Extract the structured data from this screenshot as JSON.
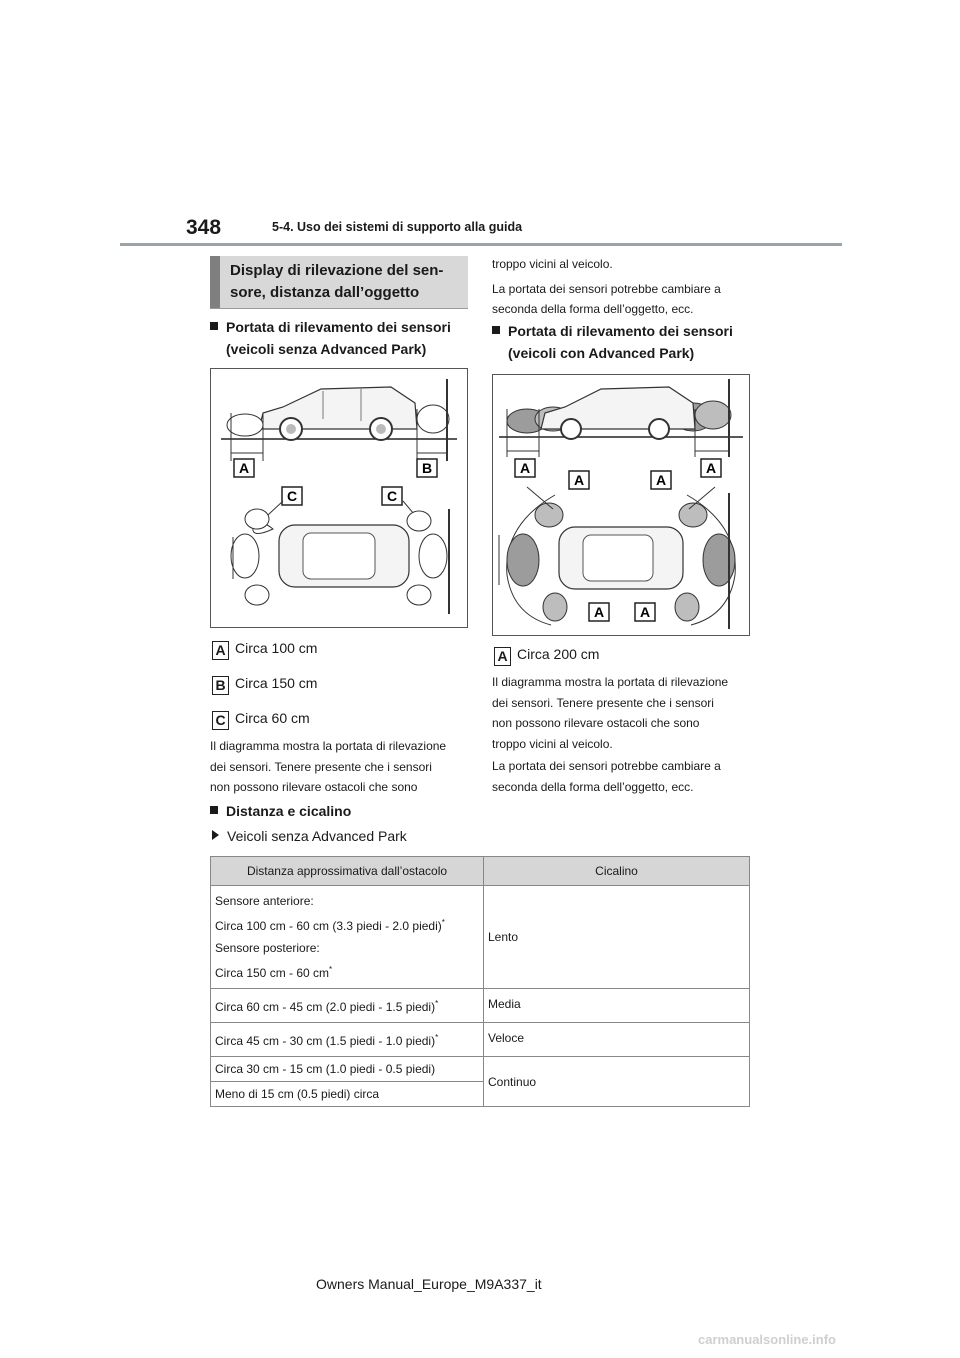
{
  "header": {
    "page_number": "348",
    "section": "5-4. Uso dei sistemi di supporto alla guida"
  },
  "heading": {
    "line1": "Display di rilevazione del sen-",
    "line2": "sore, distanza dall’oggetto"
  },
  "left": {
    "subhead1_line1": "Portata di rilevamento dei sensori",
    "subhead1_line2": "(veicoli senza Advanced Park)",
    "figure_labels": {
      "a": "A",
      "b": "B",
      "c1": "C",
      "c2": "C"
    },
    "legend": [
      {
        "letter": "A",
        "text": "Circa 100 cm"
      },
      {
        "letter": "B",
        "text": "Circa 150 cm"
      },
      {
        "letter": "C",
        "text": "Circa 60 cm"
      }
    ],
    "body1": "Il diagramma mostra la portata di rilevazione",
    "body2": "dei sensori. Tenere presente che i sensori",
    "body3": "non possono rilevare ostacoli che sono",
    "subhead2": "Distanza e cicalino",
    "arrow_item": "Veicoli senza Advanced Park"
  },
  "right": {
    "cont1": "troppo vicini al veicolo.",
    "cont2": "La portata dei sensori potrebbe cambiare a",
    "cont3": "seconda della forma dell’oggetto, ecc.",
    "subhead_line1": "Portata di rilevamento dei sensori",
    "subhead_line2": "(veicoli con Advanced Park)",
    "figure_label": "A",
    "legend": {
      "letter": "A",
      "text": "Circa 200 cm"
    },
    "body1": "Il diagramma mostra la portata di rilevazione",
    "body2": "dei sensori. Tenere presente che i sensori",
    "body3": "non possono rilevare ostacoli che sono",
    "body4": "troppo vicini al veicolo.",
    "body5": "La portata dei sensori potrebbe cambiare a",
    "body6": "seconda della forma dell’oggetto, ecc."
  },
  "table": {
    "col1": "Distanza approssimativa dall’ostacolo",
    "col2": "Cicalino",
    "r1_a": "Sensore anteriore:",
    "r1_b": "Circa 100 cm - 60 cm (3.3 piedi - 2.0 piedi)",
    "r1_c": "Sensore posteriore:",
    "r1_d": "Circa 150 cm - 60 cm",
    "r1_beep": "Lento",
    "r2": "Circa 60 cm - 45 cm (2.0 piedi - 1.5 piedi)",
    "r2_beep": "Media",
    "r3": "Circa 45 cm - 30 cm (1.5 piedi - 1.0 piedi)",
    "r3_beep": "Veloce",
    "r4": "Circa 30 cm - 15 cm (1.0 piedi - 0.5 piedi)",
    "r5": "Meno di 15 cm (0.5 piedi) circa",
    "r45_beep": "Continuo",
    "asterisk": "*"
  },
  "footer": "Owners Manual_Europe_M9A337_it",
  "watermark": "carmanualsonline.info"
}
